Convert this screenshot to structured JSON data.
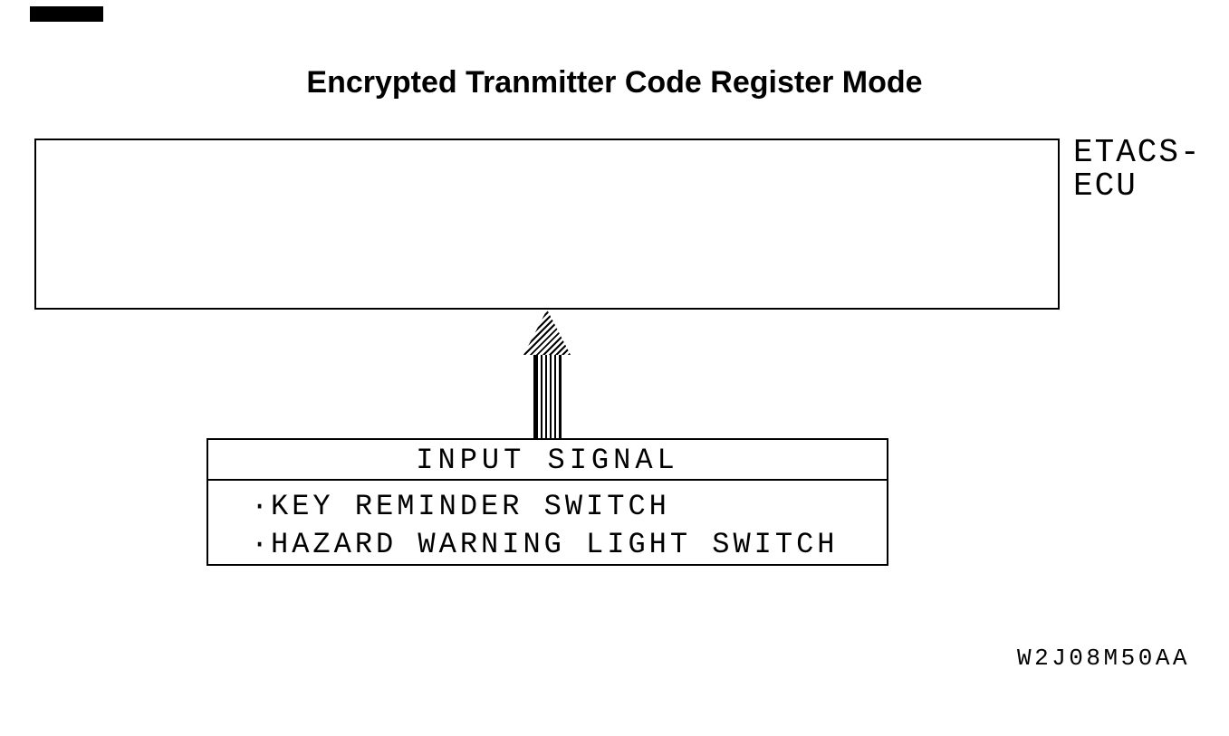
{
  "page_title": "Encrypted Tranmitter Code Register Mode",
  "diagram": {
    "ecu_label": {
      "line1": "ETACS-",
      "line2": "ECU"
    },
    "input_signal_box": {
      "header": "INPUT SIGNAL",
      "items": [
        {
          "bullet": "·",
          "label": "KEY REMINDER SWITCH"
        },
        {
          "bullet": "·",
          "label": "HAZARD WARNING LIGHT SWITCH"
        }
      ]
    },
    "arrow": {
      "direction": "up"
    },
    "figure_code": "W2J08M50AA",
    "colors": {
      "ink": "#000000",
      "background": "#ffffff"
    }
  }
}
